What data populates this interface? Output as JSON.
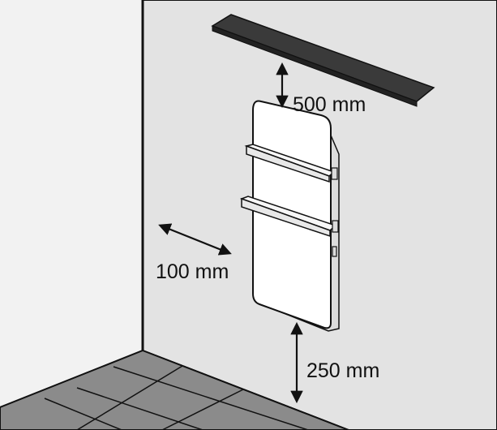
{
  "dimensions": {
    "top_clearance": "500 mm",
    "side_clearance": "100 mm",
    "floor_clearance": "250 mm"
  },
  "colors": {
    "wall": "#e3e3e3",
    "side_wall": "#f2f2f2",
    "floor": "#8b8b8b",
    "shelf": "#3a3a3a",
    "outline": "#111111",
    "panel": "#ffffff"
  },
  "icons": {
    "arrow": "double-headed-arrow"
  }
}
